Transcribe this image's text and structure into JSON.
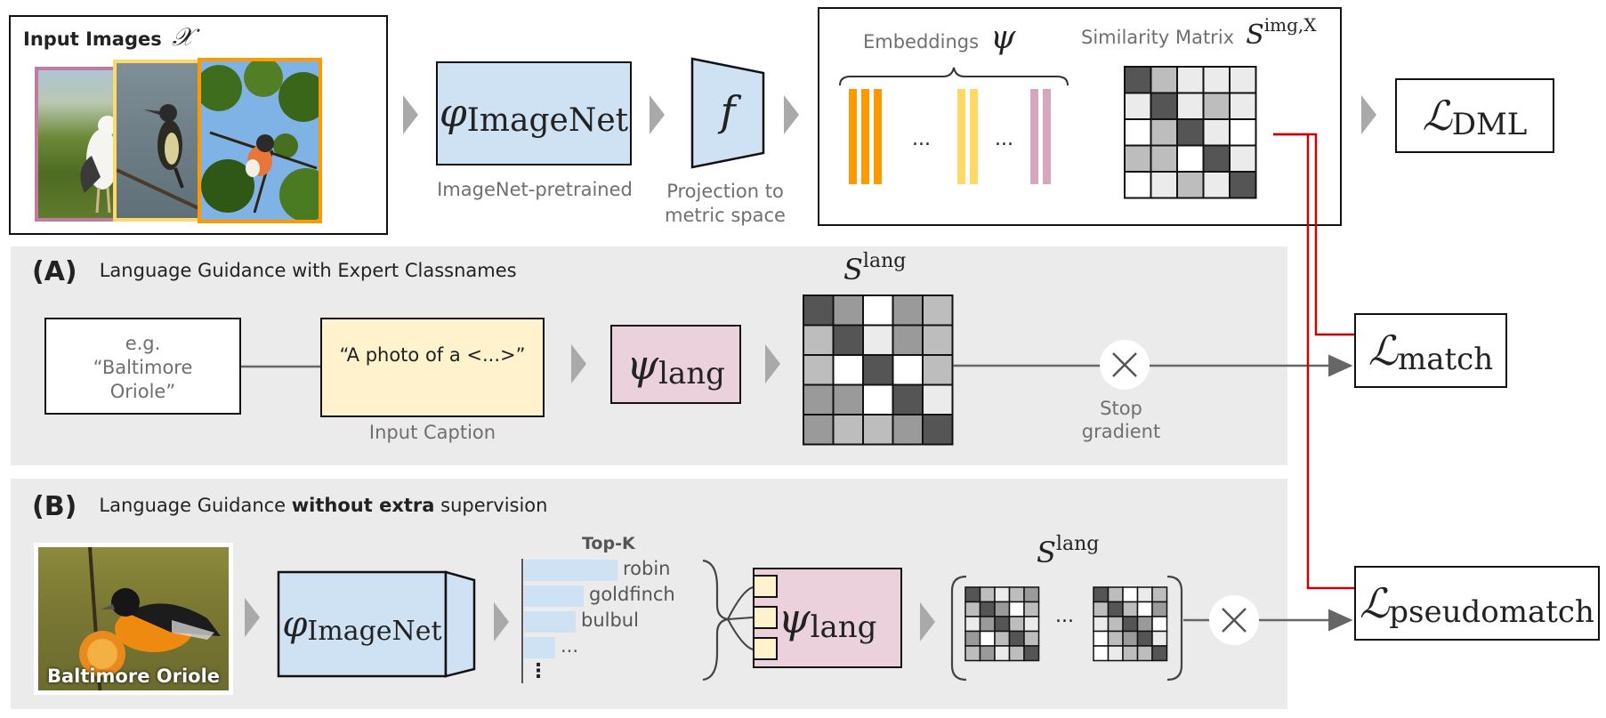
{
  "input_panel": {
    "title": "Input Images",
    "title_symbol": "𝒳"
  },
  "backbone": {
    "symbol": "φ",
    "subscript": "ImageNet",
    "caption": "ImageNet-pretrained"
  },
  "projection": {
    "symbol": "f",
    "caption_line1": "Projection to",
    "caption_line2": "metric space"
  },
  "embeddings": {
    "label": "Embeddings",
    "symbol": "ψ",
    "dots1": "...",
    "dots2": "..."
  },
  "similarity": {
    "label": "Similarity Matrix",
    "symbol": "S",
    "superscript": "img,X"
  },
  "losses": {
    "dml": {
      "symbol": "ℒ",
      "subscript": "DML"
    },
    "match": {
      "symbol": "ℒ",
      "subscript": "match"
    },
    "pseudomatch": {
      "symbol": "ℒ",
      "subscript": "pseudomatch"
    }
  },
  "panel_a": {
    "tag": "(A)",
    "title": "Language Guidance with Expert Classnames",
    "example_line1": "e.g.",
    "example_line2": "“Baltimore",
    "example_line3": "Oriole”",
    "caption_text": "“A photo of a <...>”",
    "caption_label": "Input Caption",
    "lang_symbol": "ψ",
    "lang_subscript": "lang",
    "s_symbol": "S",
    "s_superscript": "lang",
    "stop_line1": "Stop",
    "stop_line2": "gradient"
  },
  "panel_b": {
    "tag": "(B)",
    "title_pre": "Language Guidance ",
    "title_bold": "without extra",
    "title_post": " supervision",
    "photo_label": "Baltimore Oriole",
    "backbone_symbol": "φ",
    "backbone_subscript": "ImageNet",
    "topk_label": "Top-K",
    "topk": [
      {
        "label": "robin",
        "score": 1.0
      },
      {
        "label": "goldfinch",
        "score": 0.64
      },
      {
        "label": "bulbul",
        "score": 0.55
      },
      {
        "label": "...",
        "score": 0.33
      }
    ],
    "vdots": "⋮",
    "lang_symbol": "ψ",
    "lang_subscript": "lang",
    "s_symbol": "S",
    "s_superscript": "lang",
    "dots": "..."
  },
  "colors": {
    "panel_bg": "#ebebeb",
    "backbone_fill": "#cfe2f3",
    "lang_fill": "#ead1dc",
    "caption_fill": "#fff2cc",
    "orange": "#ff9900",
    "yellow": "#ffd966",
    "pink": "#d5a6bd",
    "red_line": "#cc0000",
    "topk_bar": "#cfe2f3"
  }
}
